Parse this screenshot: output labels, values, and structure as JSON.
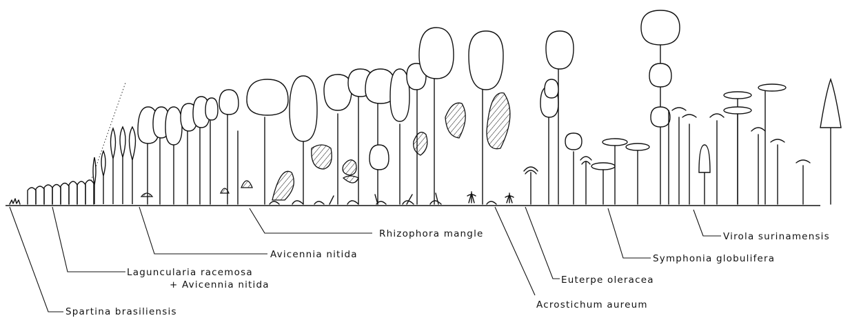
{
  "labels": {
    "spartina": "Spartina brasiliensis",
    "laguncularia": "Laguncularia racemosa",
    "laguncularia_plus": "+ Avicennia nitida",
    "avicennia": "Avicennia nitida",
    "rhizophora": "Rhizophora mangle",
    "acrostichum": "Acrostichum aureum",
    "euterpe": "Euterpe oleracea",
    "symphonia": "Symphonia globulifera",
    "virola": "Virola surinamensis"
  },
  "colors": {
    "ink": "#111111",
    "paper": "#ffffff"
  }
}
